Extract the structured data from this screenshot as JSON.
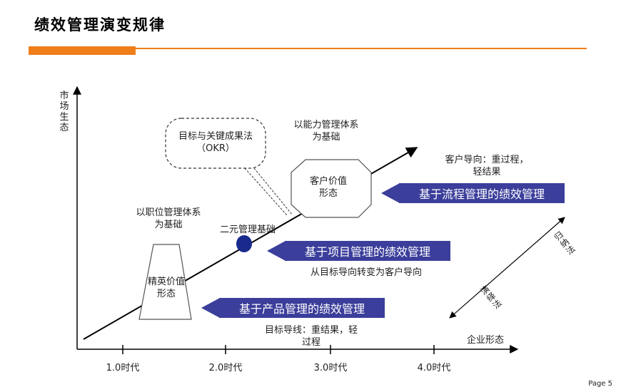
{
  "title": "绩效管理演变规律",
  "axes": {
    "y_label": "市场生态",
    "x_label": "企业形态",
    "ticks": [
      "1.0时代",
      "2.0时代",
      "3.0时代",
      "4.0时代"
    ]
  },
  "stages": {
    "stage1_base": "以职位管理体系为基础",
    "stage1_shape": "精英价值形态",
    "milestone": "二元管理基础",
    "stage2_note": "从目标导向转变为客户导向",
    "stage3_base": "以能力管理体系为基础",
    "stage3_shape": "客户价值形态",
    "stage3_note": "客户导向：重过程，轻结果",
    "stage1_note": "目标导线：重结果，轻过程",
    "callout": "目标与关键成果法（OKR）"
  },
  "banners": {
    "product": "基于产品管理的绩效管理",
    "project": "基于项目管理的绩效管理",
    "process": "基于流程管理的绩效管理"
  },
  "methods": {
    "inductive": "归纳法",
    "deductive": "演绎法"
  },
  "page": "Page 5",
  "colors": {
    "accent_orange": "#ef7d1a",
    "banner_blue": "#3b3e9a",
    "dot_blue": "#1a2a8c"
  }
}
